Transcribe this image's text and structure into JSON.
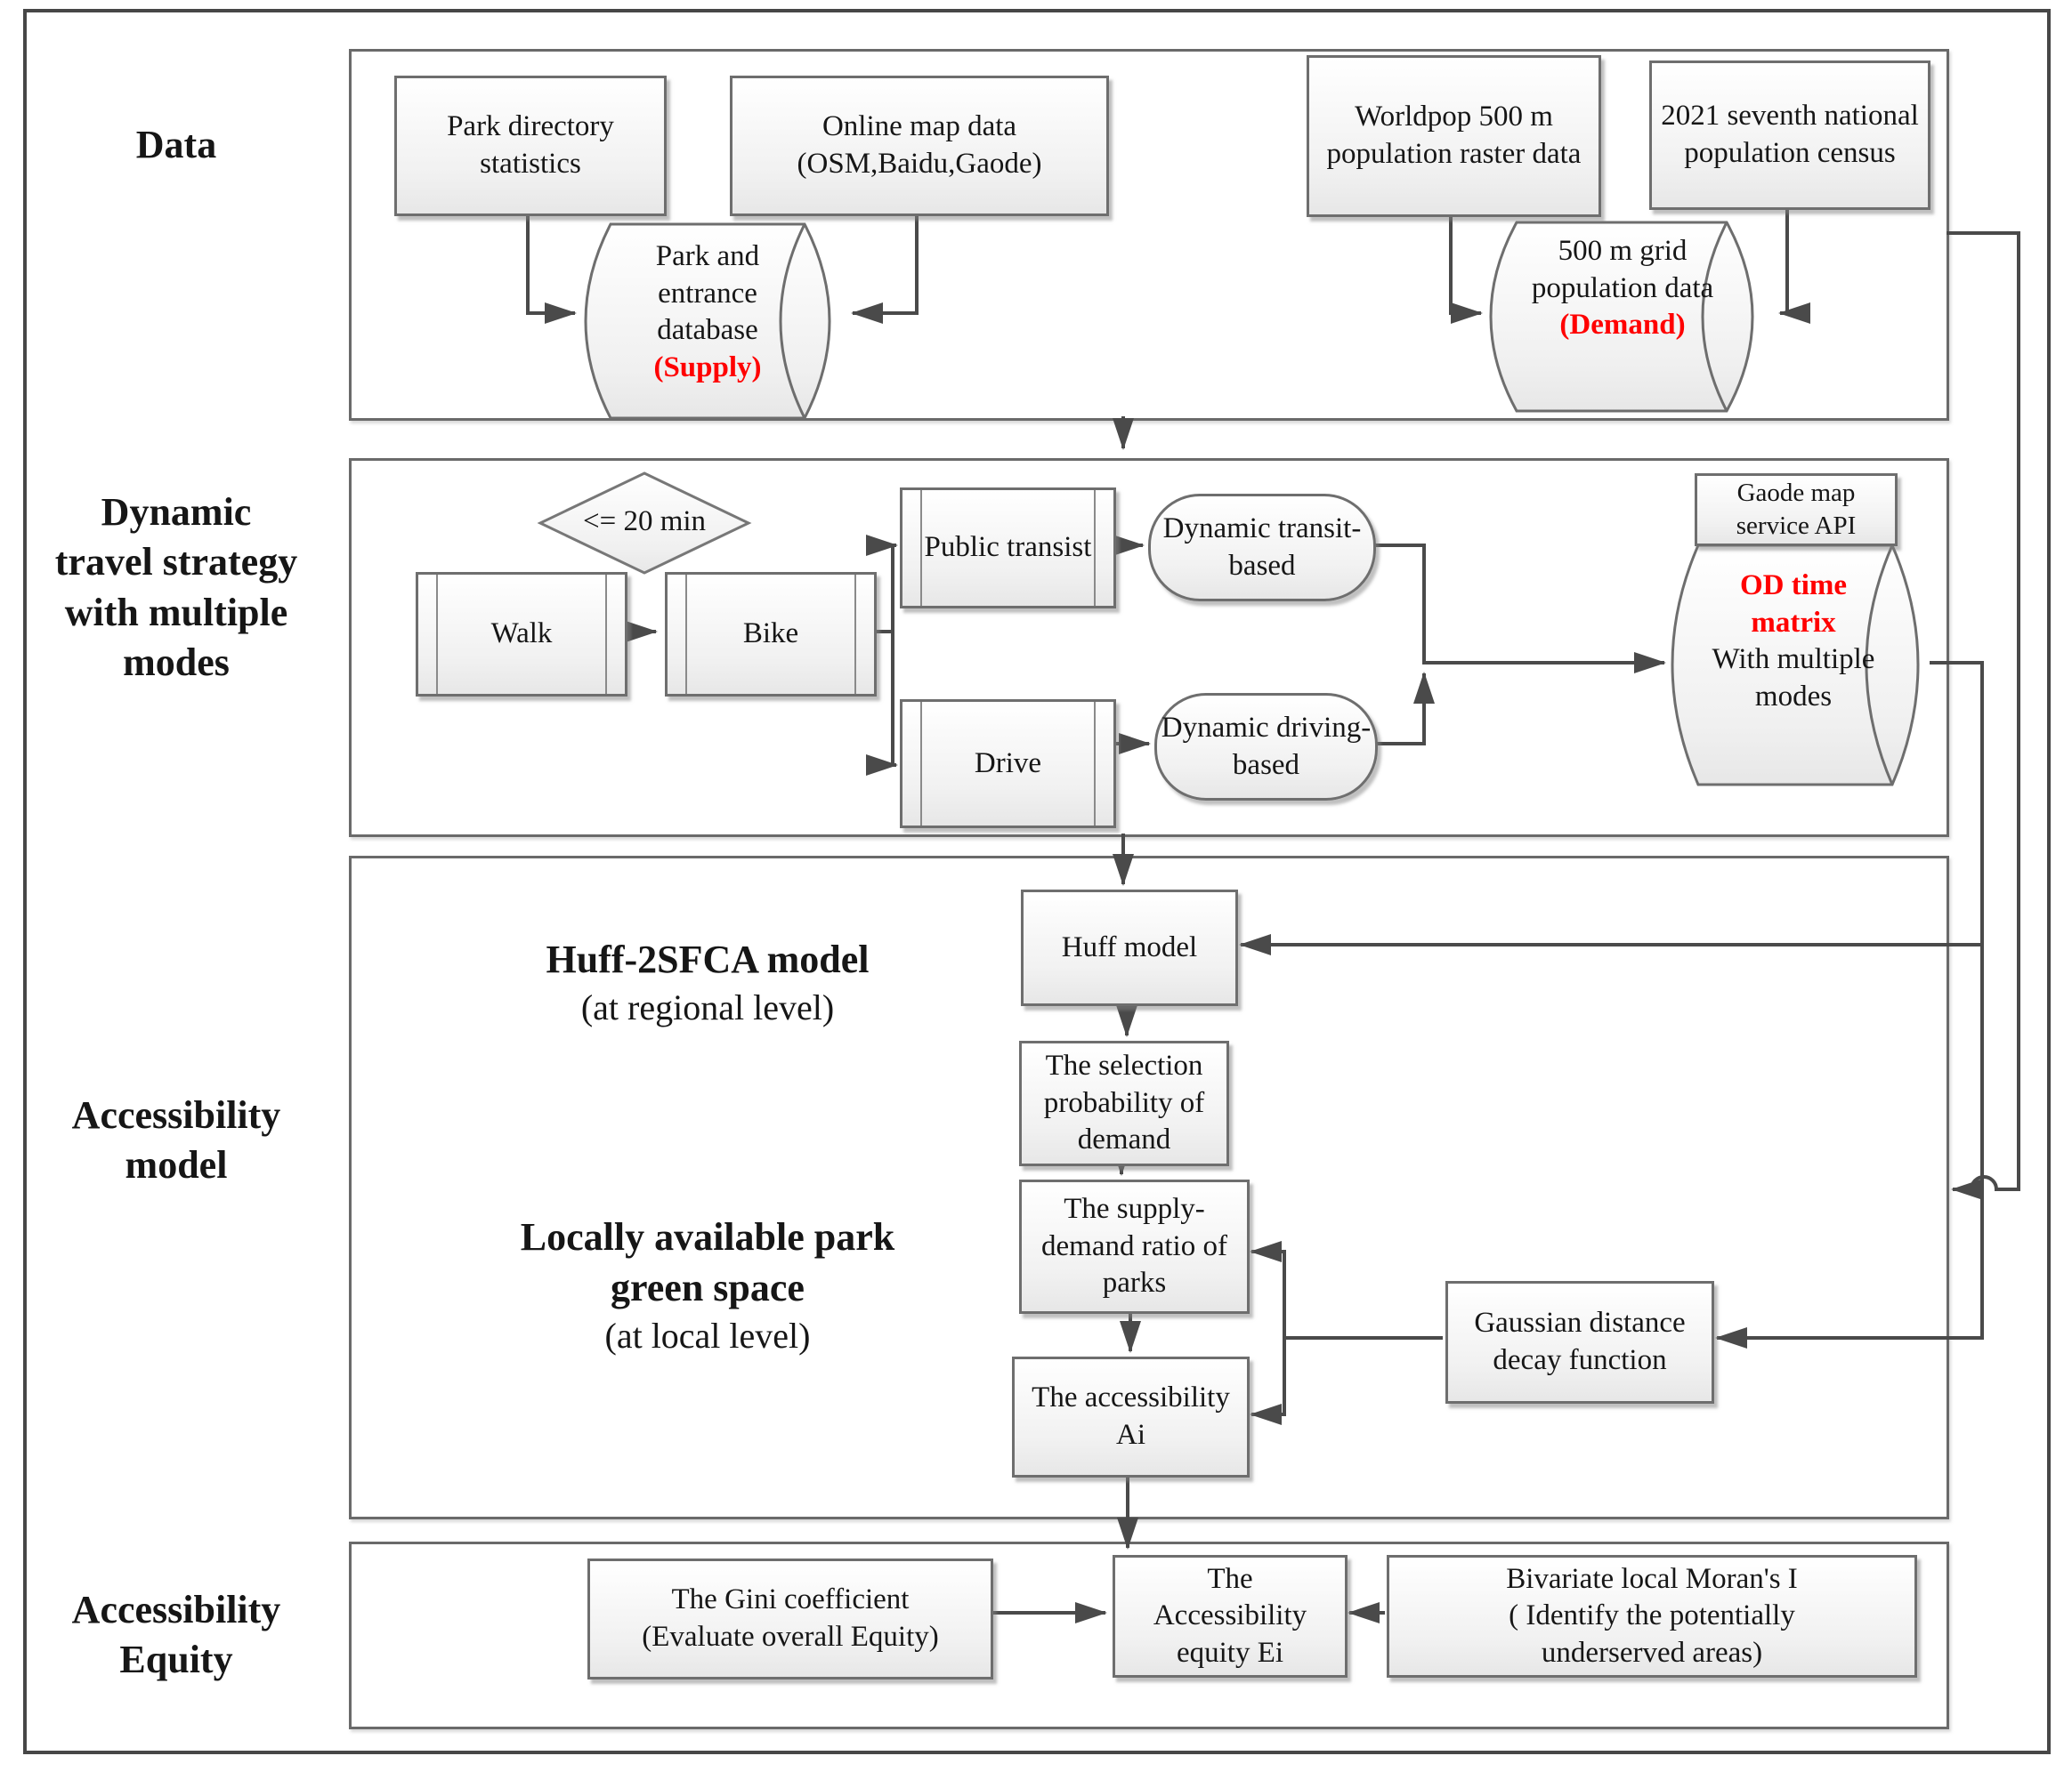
{
  "colors": {
    "accent_red": "#ff0000",
    "line": "#4a4a4a",
    "box_border": "#6e6e6e",
    "box_fill_top": "#ffffff",
    "box_fill_bottom": "#e7e7e7"
  },
  "side_labels": {
    "data": "Data",
    "travel": "Dynamic travel strategy with multiple modes",
    "model": "Accessibility model",
    "equity": "Accessibility Equity"
  },
  "data_section": {
    "park_directory": "Park directory statistics",
    "online_map": "Online map data (OSM,Baidu,Gaode)",
    "supply_db": "Park and entrance database",
    "supply_tag": "(Supply)",
    "worldpop": "Worldpop 500 m population raster data",
    "census": "2021 seventh national population census",
    "demand_db": "500 m grid population data",
    "demand_tag": "(Demand)"
  },
  "travel_section": {
    "decision": "<= 20 min",
    "walk": "Walk",
    "bike": "Bike",
    "public_transit": "Public transist",
    "drive": "Drive",
    "dynamic_transit": "Dynamic transit-based",
    "dynamic_driving": "Dynamic driving-based",
    "gaode_api": "Gaode map service API",
    "od_matrix_red": "OD time matrix",
    "od_matrix_black": "With multiple modes"
  },
  "model_section": {
    "huff_title": "Huff-2SFCA model",
    "huff_sub": "(at regional level)",
    "locally_title": "Locally available park green space",
    "locally_sub": "(at local level)",
    "huff_model": "Huff model",
    "selection": "The selection probability of demand",
    "supply_demand": "The supply-demand ratio of parks",
    "accessibility_ai": "The accessibility Ai",
    "gaussian": "Gaussian distance decay function"
  },
  "equity_section": {
    "gini_lines": [
      "The Gini coefficient",
      "(Evaluate overall Equity)"
    ],
    "equity_label": [
      "The",
      "Accessibility",
      "equity Ei"
    ],
    "moran_lines": [
      "Bivariate local Moran's I",
      "( Identify the potentially",
      "underserved areas)"
    ]
  }
}
